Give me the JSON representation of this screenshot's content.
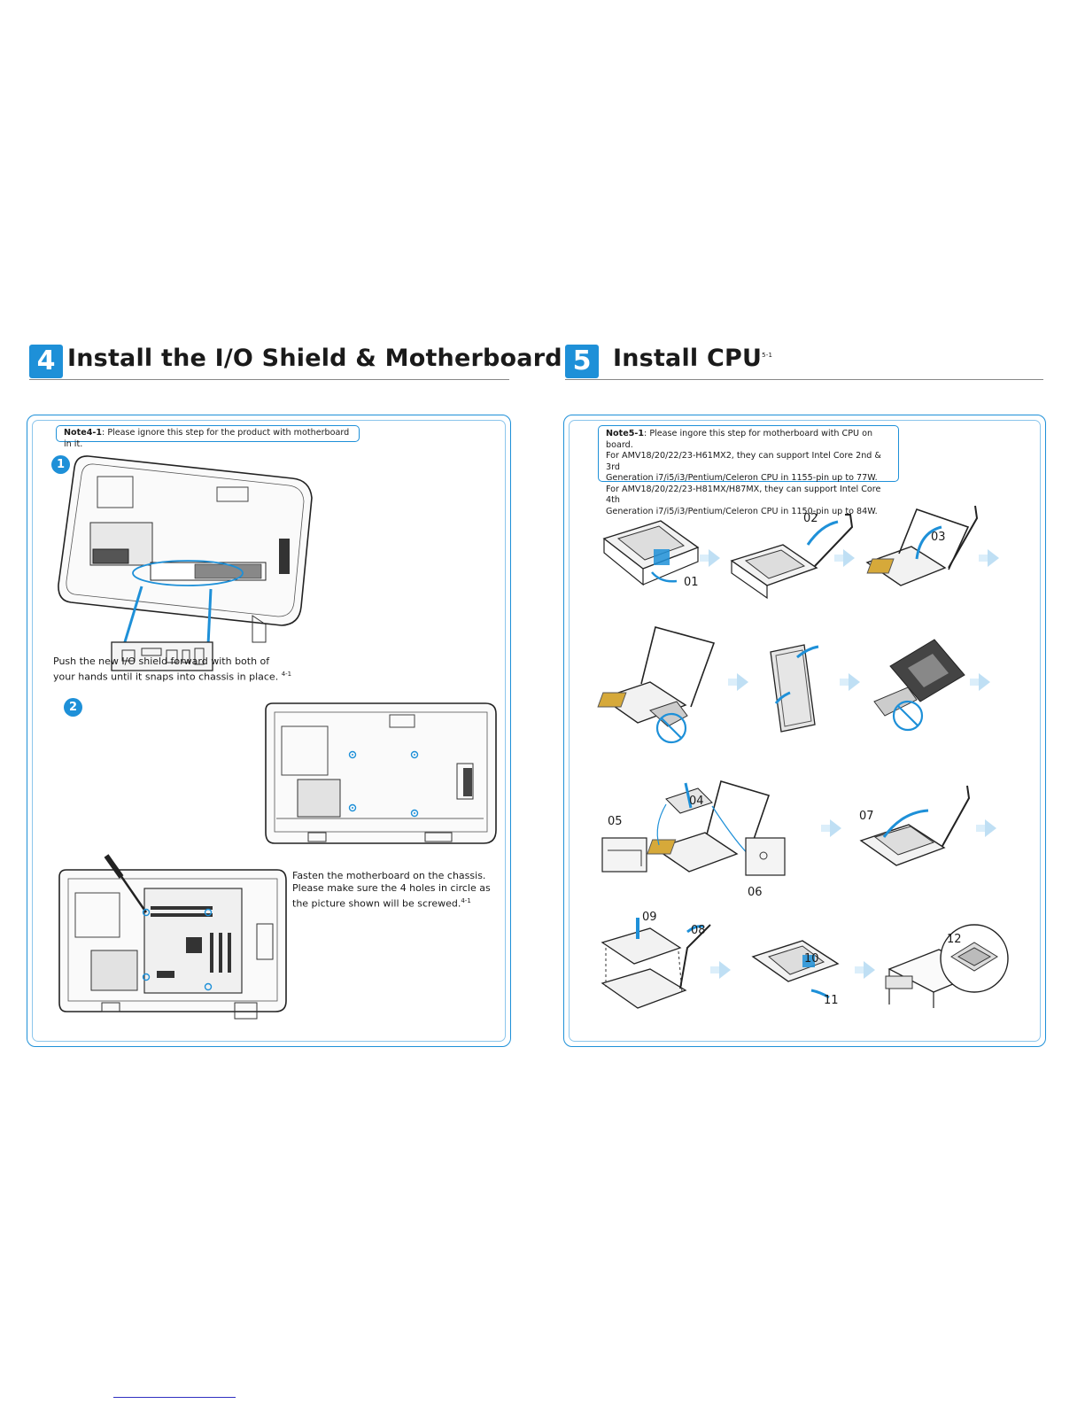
{
  "section4": {
    "number": "4",
    "title": "Install the I/O Shield & Motherboard",
    "note_label": "Note4-1",
    "note_text": ": Please ignore this step for the product with motherboard in it.",
    "step1_number": "1",
    "step1_caption_line1": "Push the new I/O shield forward with both of",
    "step1_caption_line2": "your hands until it snaps into chassis in place.",
    "step1_ref": "4-1",
    "step2_number": "2",
    "step2_caption_line1": "Fasten the motherboard on the chassis.",
    "step2_caption_line2": "Please make sure the 4 holes in circle as",
    "step2_caption_line3": "the picture shown will be screwed.",
    "step2_ref": "4-1"
  },
  "section5": {
    "number": "5",
    "title": "Install CPU",
    "title_ref": "5-1",
    "note_label": "Note5-1",
    "note_line1": ": Please ingore this step for motherboard with CPU on board.",
    "note_line2": "For AMV18/20/22/23-H61MX2, they can support Intel Core 2nd & 3rd",
    "note_line3": "Generation i7/i5/i3/Pentium/Celeron CPU in 1155-pin up to 77W.",
    "note_line4": "For AMV18/20/22/23-H81MX/H87MX, they can support Intel Core 4th",
    "note_line5": "Generation i7/i5/i3/Pentium/Celeron CPU in 1150-pin up to 84W.",
    "step_labels": [
      "01",
      "02",
      "03",
      "04",
      "05",
      "06",
      "07",
      "08",
      "09",
      "10",
      "11",
      "12"
    ]
  },
  "colors": {
    "accent": "#1e90d8",
    "arrow": "#bfdff4"
  }
}
